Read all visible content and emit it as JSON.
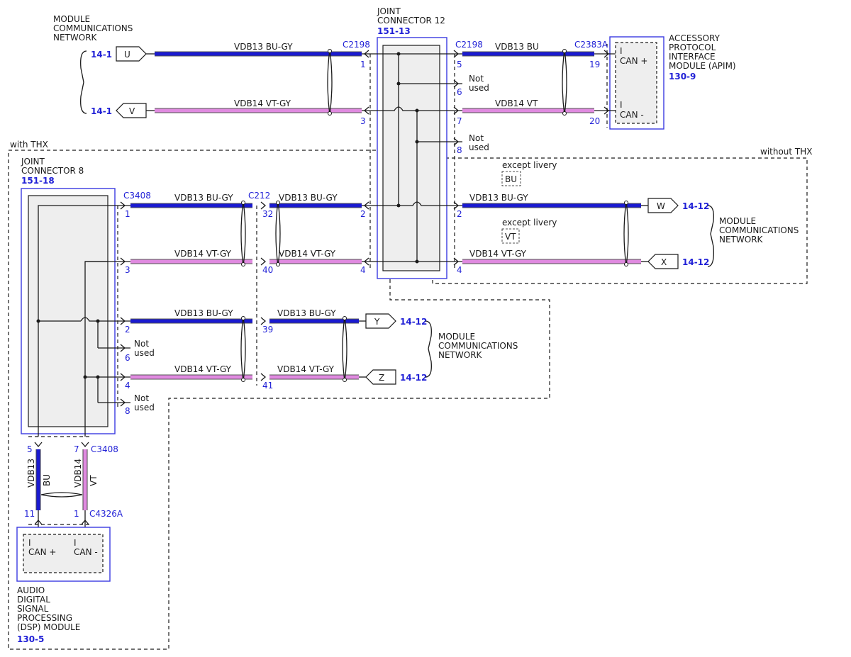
{
  "labels": {
    "mcn_top": [
      "MODULE",
      "COMMUNICATIONS",
      "NETWORK"
    ],
    "mcn_right": [
      "MODULE",
      "COMMUNICATIONS",
      "NETWORK"
    ],
    "mcn_mid": [
      "MODULE",
      "COMMUNICATIONS",
      "NETWORK"
    ],
    "jc12": [
      "JOINT",
      "CONNECTOR 12"
    ],
    "jc12_ref": "151-13",
    "jc8": [
      "JOINT",
      "CONNECTOR 8"
    ],
    "jc8_ref": "151-18",
    "apim": [
      "ACCESSORY",
      "PROTOCOL",
      "INTERFACE",
      "MODULE (APIM)"
    ],
    "apim_ref": "130-9",
    "dsp": [
      "AUDIO",
      "DIGITAL",
      "SIGNAL",
      "PROCESSING",
      "(DSP) MODULE"
    ],
    "dsp_ref": "130-5",
    "with_thx": "with THX",
    "without_thx": "without THX",
    "except_livery": "except livery",
    "not_used": [
      "Not",
      "used"
    ],
    "can_plus": "CAN +",
    "can_minus": "CAN -",
    "i": "I"
  },
  "connectors": {
    "c2198": "C2198",
    "c2383a": "C2383A",
    "c3408": "C3408",
    "c212": "C212",
    "c4326a": "C4326A"
  },
  "offpage": {
    "U": "U",
    "V": "V",
    "W": "W",
    "X": "X",
    "Y": "Y",
    "Z": "Z",
    "ref_14_1": "14-1",
    "ref_14_12": "14-12"
  },
  "wire_labels": {
    "vdb13_bu_gy": "VDB13  BU-GY",
    "vdb14_vt_gy": "VDB14  VT-GY",
    "vdb13_bu": "VDB13  BU",
    "vdb14_vt": "VDB14  VT",
    "vdb13": "VDB13",
    "vdb14": "VDB14",
    "bu": "BU",
    "vt": "VT"
  },
  "pins": {
    "p1": "1",
    "p2": "2",
    "p3": "3",
    "p4": "4",
    "p5": "5",
    "p6": "6",
    "p7": "7",
    "p8": "8",
    "p11": "11",
    "p19": "19",
    "p20": "20",
    "p32": "32",
    "p39": "39",
    "p40": "40",
    "p41": "41"
  },
  "colors": {
    "bu": "#1a1ad0",
    "vt": "#e08ae0",
    "ref": "#1f1fd6"
  }
}
